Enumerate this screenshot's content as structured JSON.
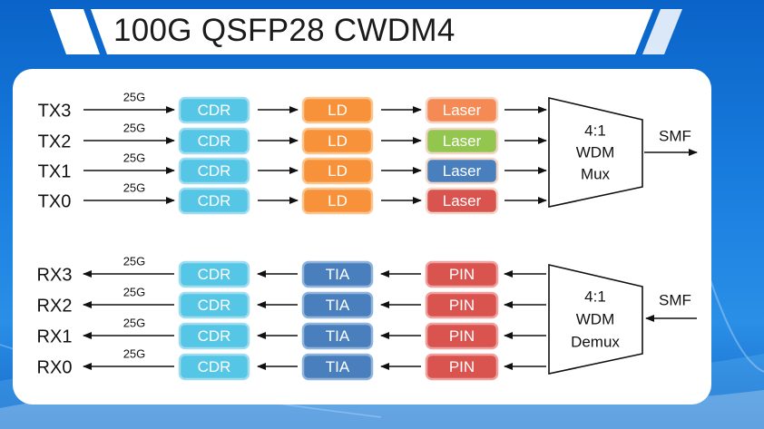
{
  "title": "100G QSFP28 CWDM4",
  "tx": {
    "lanes": [
      {
        "label": "TX3",
        "rate": "25G",
        "cdr": "CDR",
        "driver": "LD",
        "source": "Laser",
        "laser_color": "#f58a55"
      },
      {
        "label": "TX2",
        "rate": "25G",
        "cdr": "CDR",
        "driver": "LD",
        "source": "Laser",
        "laser_color": "#93c64f"
      },
      {
        "label": "TX1",
        "rate": "25G",
        "cdr": "CDR",
        "driver": "LD",
        "source": "Laser",
        "laser_color": "#4a7fbd"
      },
      {
        "label": "TX0",
        "rate": "25G",
        "cdr": "CDR",
        "driver": "LD",
        "source": "Laser",
        "laser_color": "#d9534f"
      }
    ],
    "mux": {
      "line1": "4:1",
      "line2": "WDM",
      "line3": "Mux"
    },
    "fiber": "SMF"
  },
  "rx": {
    "lanes": [
      {
        "label": "RX3",
        "rate": "25G",
        "cdr": "CDR",
        "amp": "TIA",
        "detector": "PIN"
      },
      {
        "label": "RX2",
        "rate": "25G",
        "cdr": "CDR",
        "amp": "TIA",
        "detector": "PIN"
      },
      {
        "label": "RX1",
        "rate": "25G",
        "cdr": "CDR",
        "amp": "TIA",
        "detector": "PIN"
      },
      {
        "label": "RX0",
        "rate": "25G",
        "cdr": "CDR",
        "amp": "TIA",
        "detector": "PIN"
      }
    ],
    "demux": {
      "line1": "4:1",
      "line2": "WDM",
      "line3": "Demux"
    },
    "fiber": "SMF"
  },
  "colors": {
    "cdr": "#55c6e6",
    "cdr_border": "#9fdcf0",
    "ld": "#f7923a",
    "ld_border": "#fbc58f",
    "tia": "#4a7fbd",
    "tia_border": "#8fb3db",
    "pin": "#d9534f",
    "pin_border": "#f0a09d"
  }
}
